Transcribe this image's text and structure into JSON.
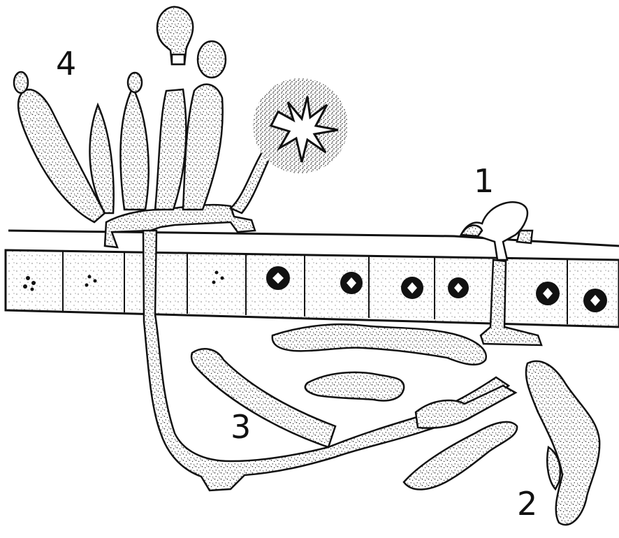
{
  "labels": {
    "one": "1",
    "two": "2",
    "three": "3",
    "four": "4"
  },
  "colors": {
    "ink": "#111111",
    "paper": "#ffffff",
    "stipple": "#1a1a1a"
  }
}
